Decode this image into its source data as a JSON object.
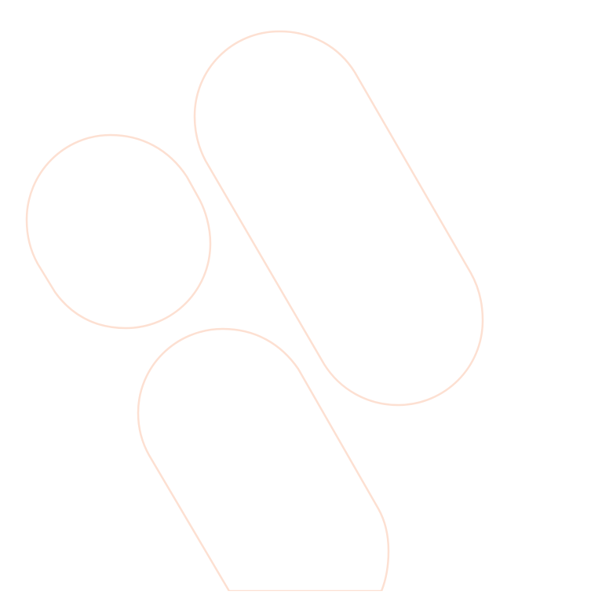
{
  "palette": {
    "background": "#ffffff",
    "outline_color": "#fde0d2"
  },
  "shapes": [
    {
      "name": "small-rounded-capsule",
      "kind": "stadium-outline"
    },
    {
      "name": "large-rounded-capsule",
      "kind": "stadium-outline"
    },
    {
      "name": "lower-rounded-capsule",
      "kind": "stadium-outline"
    }
  ]
}
